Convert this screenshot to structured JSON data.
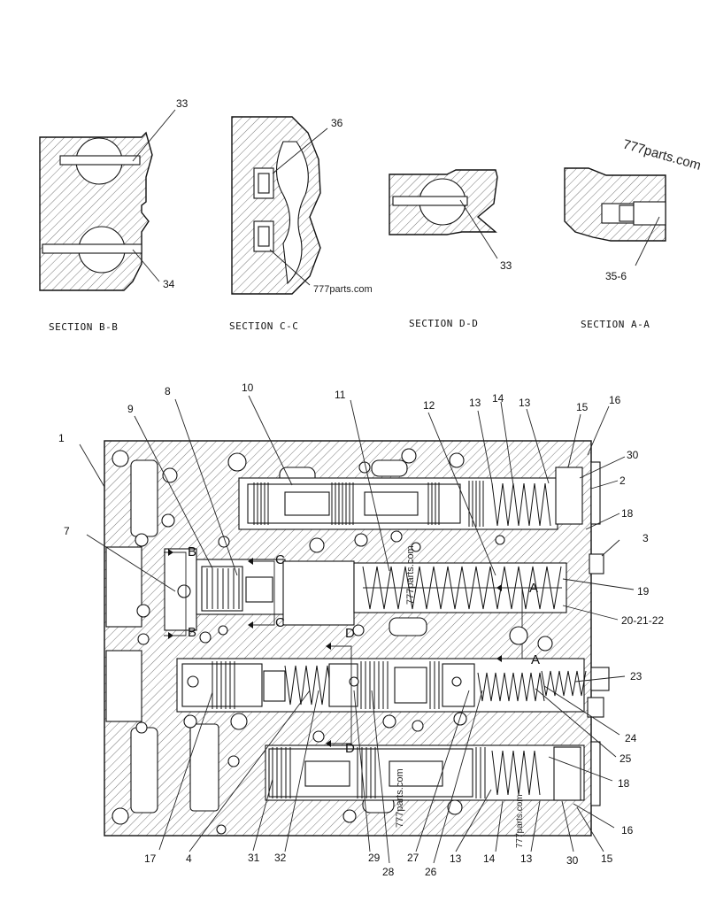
{
  "watermarks": {
    "top_right": "777parts.com",
    "section_c": "777parts.com",
    "main_mid": "777parts.com",
    "bottom_a": "777parts.com",
    "bottom_b": "777parts.com"
  },
  "sections": {
    "b": {
      "title": "SECTION B-B",
      "callouts": [
        "33",
        "34"
      ]
    },
    "c": {
      "title": "SECTION C-C",
      "callouts": [
        "36"
      ]
    },
    "d": {
      "title": "SECTION D-D",
      "callouts": [
        "33"
      ]
    },
    "a": {
      "title": "SECTION A-A",
      "callouts": [
        "35-6"
      ]
    }
  },
  "cut_markers": {
    "b": "B",
    "c": "C",
    "d": "D",
    "a": "A"
  },
  "callouts": {
    "c1": "1",
    "c2": "2",
    "c3": "3",
    "c4": "4",
    "c7": "7",
    "c8": "8",
    "c9": "9",
    "c10": "10",
    "c11": "11",
    "c12": "12",
    "c13a": "13",
    "c13b": "13",
    "c13c": "13",
    "c13d": "13",
    "c14a": "14",
    "c14b": "14",
    "c15a": "15",
    "c15b": "15",
    "c16a": "16",
    "c16b": "16",
    "c17": "17",
    "c18a": "18",
    "c18b": "18",
    "c19": "19",
    "c20": "20-21-22",
    "c23": "23",
    "c24": "24",
    "c25": "25",
    "c26": "26",
    "c27": "27",
    "c28": "28",
    "c29": "29",
    "c30a": "30",
    "c30b": "30",
    "c31": "31",
    "c32": "32"
  }
}
